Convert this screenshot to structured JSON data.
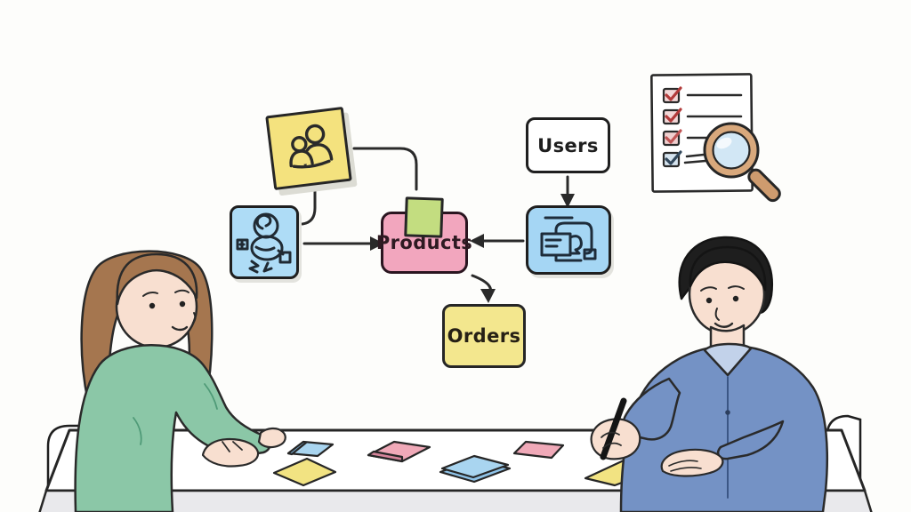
{
  "scene": {
    "type": "illustration",
    "description": "Two people at a white table collaborating on a data-model flow diagram with sticky notes, a checklist and a magnifying glass",
    "background_color": "#FDFDFB",
    "outline_color": "#2A2A2A"
  },
  "diagram": {
    "nodes": [
      {
        "id": "team-sticky-note",
        "icon": "team-icon",
        "fill": "#F4E27E"
      },
      {
        "id": "sketch-box-left",
        "icon": "doodle-figure-icon",
        "fill": "#AEDCF6"
      },
      {
        "id": "users",
        "label": "Users",
        "fill": "#FFFFFF"
      },
      {
        "id": "sketch-box-right",
        "icon": "cards-icon",
        "fill": "#A5D6F4"
      },
      {
        "id": "products",
        "label": "Products",
        "fill": "#F2A6BE",
        "tab_fill": "#C3DD80"
      },
      {
        "id": "orders",
        "label": "Orders",
        "fill": "#F3E78E"
      }
    ],
    "edges": [
      {
        "from": "team-sticky-note",
        "to": "products",
        "arrow": false
      },
      {
        "from": "team-sticky-note",
        "to": "sketch-box-left",
        "arrow": false
      },
      {
        "from": "sketch-box-left",
        "to": "products",
        "arrow": true
      },
      {
        "from": "users",
        "to": "sketch-box-right",
        "arrow": true
      },
      {
        "from": "sketch-box-right",
        "to": "products",
        "arrow": true
      },
      {
        "from": "products",
        "to": "orders",
        "arrow": true
      }
    ]
  },
  "checklist": {
    "paper_color": "#FFFFFF",
    "rows": [
      {
        "checked": true,
        "check_color": "#B23A3A",
        "box_fill": "#F3D7D7",
        "line": "long"
      },
      {
        "checked": true,
        "check_color": "#B23A3A",
        "box_fill": "#F3D7D7",
        "line": "long"
      },
      {
        "checked": true,
        "check_color": "#C05555",
        "box_fill": "#F0CFCF",
        "line": "short"
      },
      {
        "checked": true,
        "check_color": "#32485C",
        "box_fill": "#D6E4EF",
        "line": "two-short"
      }
    ],
    "magnifier": {
      "rim_color": "#D8A87C",
      "lens_color": "#D2E7F5"
    }
  },
  "table": {
    "surface_color": "#FFFFFF",
    "front_color": "#E9E9EC",
    "sticky_notes": [
      {
        "color": "#A9D5F0",
        "position": "left"
      },
      {
        "color": "#F2E382",
        "position": "left"
      },
      {
        "color": "#F0A9B8",
        "position": "center-left"
      },
      {
        "color": "#A9D5F0",
        "position": "center",
        "stacked": true
      },
      {
        "color": "#F0A9B8",
        "position": "center-right"
      },
      {
        "color": "#F2E382",
        "position": "right"
      }
    ]
  },
  "persons": [
    {
      "id": "woman",
      "side": "left",
      "hair_color": "#A5764F",
      "top_color": "#8BC7A7",
      "skin_color": "#F8DFD0"
    },
    {
      "id": "man",
      "side": "right",
      "hair_color": "#1E1E1E",
      "shirt_color": "#7492C5",
      "skin_color": "#F8DFD0",
      "holding": "pen"
    }
  ],
  "chairs": {
    "color": "#FFFFFF"
  }
}
